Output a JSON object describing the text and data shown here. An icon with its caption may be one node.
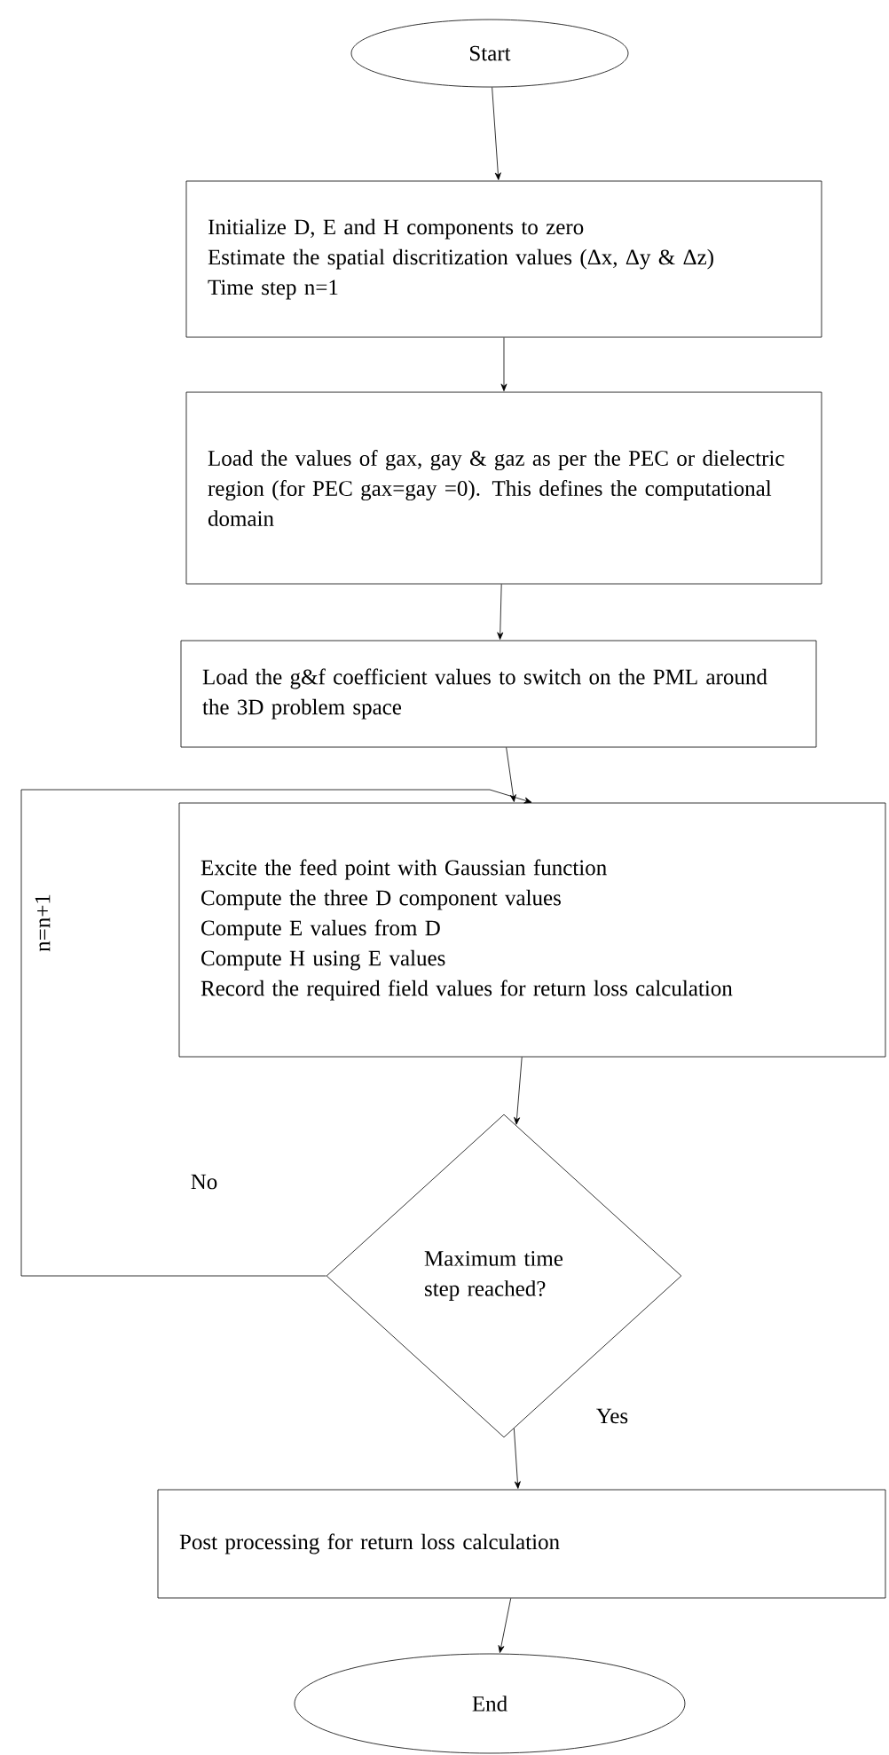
{
  "diagram": {
    "nodes": [
      {
        "text": [
          "Start"
        ]
      },
      {
        "text": [
          "Initialize D, E and H components to zero",
          "Estimate the spatial discritization values (Δx, Δy & Δz)",
          "Time step n=1"
        ]
      },
      {
        "text": [
          "Load the values of gax, gay & gaz as per the PEC or dielectric region (for PEC gax=gay =0). This defines the computational domain"
        ]
      },
      {
        "text": [
          "Load the g&f coefficient values to switch on the PML around the 3D problem space"
        ]
      },
      {
        "text": [
          "Excite the feed point with Gaussian function",
          "Compute the three D component values",
          "Compute E values from D",
          "Compute H using E values",
          "Record the required field values for return loss calculation"
        ]
      },
      {
        "text": [
          "Maximum time step reached?"
        ]
      },
      {
        "text": [
          "Post processing for return loss calculation"
        ]
      },
      {
        "text": [
          "End"
        ]
      }
    ],
    "edges": [
      {
        "from": 0,
        "to": 1,
        "arrow": "to"
      },
      {
        "from": 1,
        "to": 2,
        "arrow": "to"
      },
      {
        "from": 2,
        "to": 3,
        "arrow": "to"
      },
      {
        "from": 3,
        "to": 4,
        "arrow": "to"
      },
      {
        "from": 4,
        "to": 5,
        "arrow": "to"
      },
      {
        "from": 5,
        "to": 4,
        "label": "No",
        "arrow": "to"
      },
      {
        "from": 5,
        "to": 6,
        "label": "Yes",
        "arrow": "to"
      },
      {
        "from": 6,
        "to": 7,
        "arrow": "to"
      }
    ],
    "labels": [
      "n=n+1"
    ]
  }
}
